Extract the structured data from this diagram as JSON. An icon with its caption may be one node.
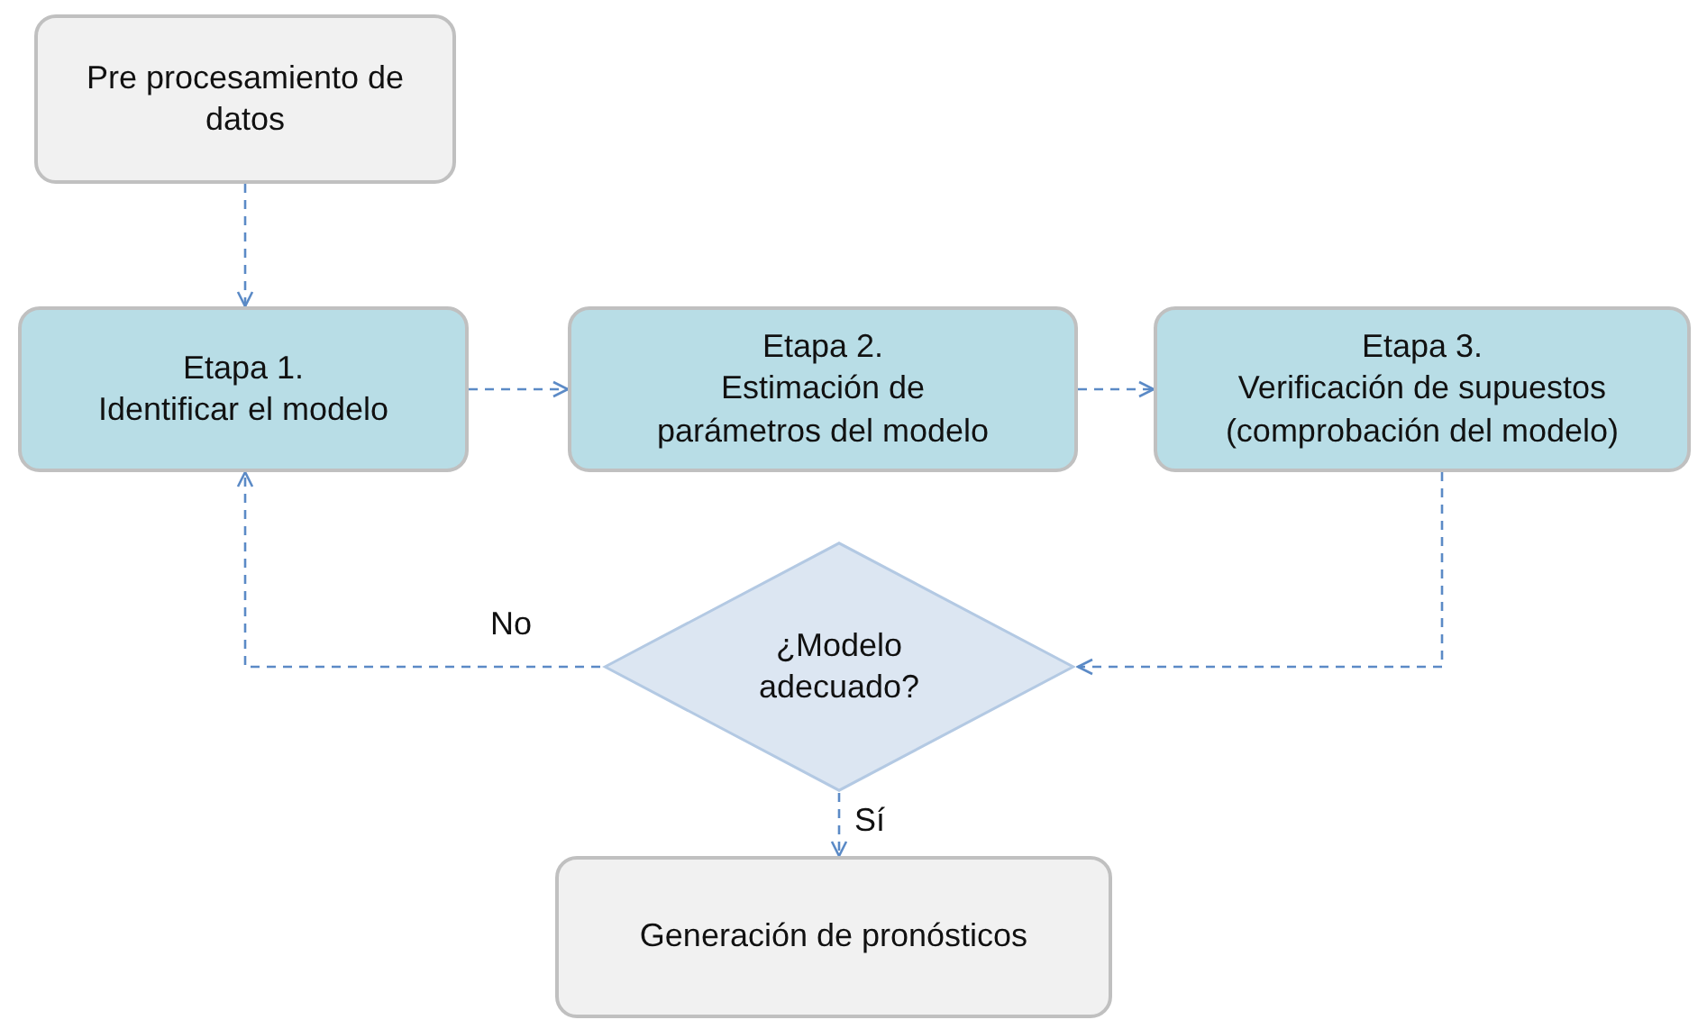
{
  "diagram": {
    "nodes": [
      {
        "text": [
          "Pre procesamiento de datos"
        ]
      },
      {
        "text": [
          "Etapa 1.",
          "Identificar el modelo"
        ]
      },
      {
        "text": [
          "Etapa 2.",
          "Estimación de parámetros del modelo"
        ]
      },
      {
        "text": [
          "Etapa 3.",
          "Verificación de supuestos (comprobación del modelo)"
        ]
      },
      {
        "text": [
          "¿Modelo adecuado?"
        ]
      },
      {
        "text": [
          "Generación de pronósticos"
        ]
      }
    ],
    "edges": [
      {
        "from": 0,
        "to": 1,
        "arrow": "to",
        "style": "dashed"
      },
      {
        "from": 1,
        "to": 2,
        "arrow": "to",
        "style": "dashed"
      },
      {
        "from": 2,
        "to": 3,
        "arrow": "to",
        "style": "dashed"
      },
      {
        "from": 3,
        "to": 4,
        "arrow": "to",
        "style": "dashed"
      },
      {
        "from": 4,
        "to": 1,
        "arrow": "to",
        "style": "dashed",
        "label": "No"
      },
      {
        "from": 4,
        "to": 5,
        "arrow": "to",
        "style": "dashed",
        "label": "Sí"
      }
    ]
  }
}
